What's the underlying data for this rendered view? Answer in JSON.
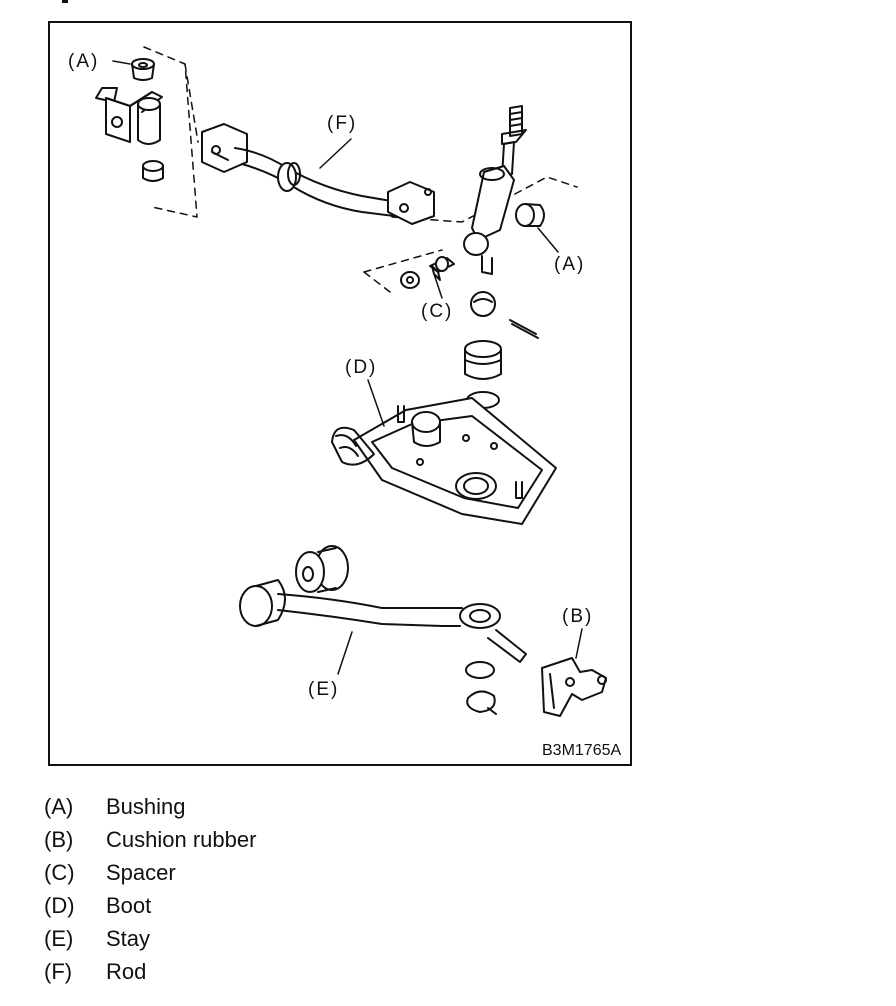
{
  "figure": {
    "code": "B3M1765A",
    "callouts": {
      "a_top": "(A)",
      "a_right": "(A)",
      "b": "(B)",
      "c": "(C)",
      "d": "(D)",
      "e": "(E)",
      "f": "(F)"
    }
  },
  "legend": [
    {
      "key": "(A)",
      "label": "Bushing"
    },
    {
      "key": "(B)",
      "label": "Cushion rubber"
    },
    {
      "key": "(C)",
      "label": "Spacer"
    },
    {
      "key": "(D)",
      "label": "Boot"
    },
    {
      "key": "(E)",
      "label": "Stay"
    },
    {
      "key": "(F)",
      "label": "Rod"
    }
  ]
}
